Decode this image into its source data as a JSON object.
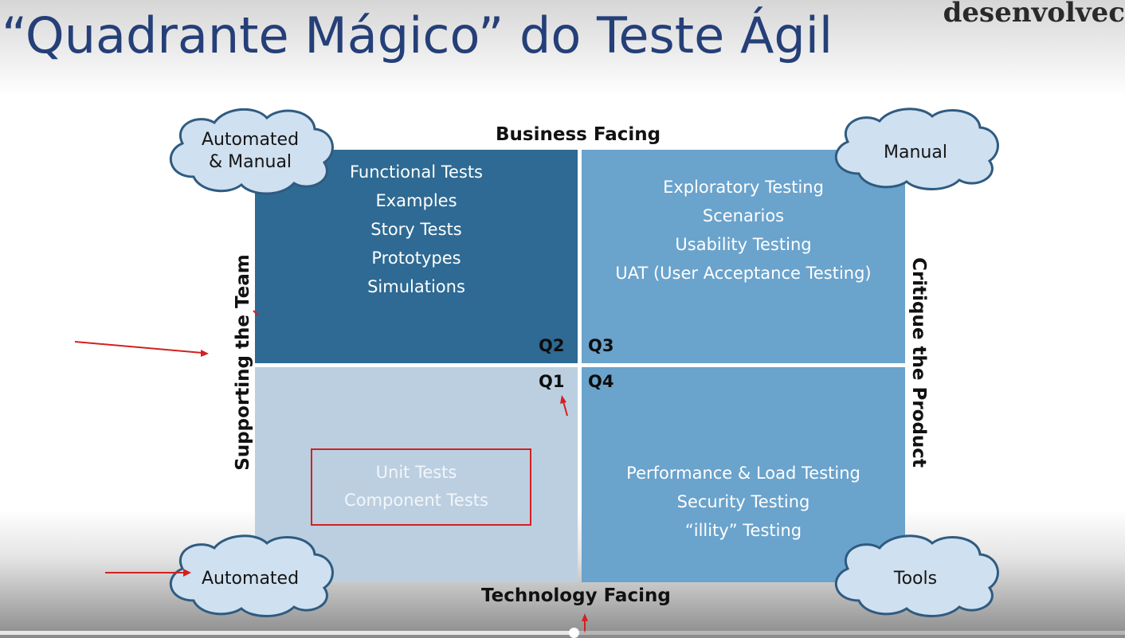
{
  "slide": {
    "title": "“Quadrante Mágico” do Teste Ágil",
    "brand": "desenvolvec"
  },
  "axes": {
    "top": "Business Facing",
    "bottom": "Technology Facing",
    "left": "Supporting the Team",
    "right": "Critique the Product"
  },
  "quadrants": {
    "q2": {
      "label": "Q2",
      "items": [
        "Functional Tests",
        "Examples",
        "Story Tests",
        "Prototypes",
        "Simulations"
      ]
    },
    "q3": {
      "label": "Q3",
      "items": [
        "Exploratory Testing",
        "Scenarios",
        "Usability Testing",
        "UAT (User Acceptance Testing)"
      ]
    },
    "q1": {
      "label": "Q1",
      "items": [
        "Unit Tests",
        "Component Tests"
      ]
    },
    "q4": {
      "label": "Q4",
      "items": [
        "Performance & Load Testing",
        "Security Testing",
        "“illity” Testing"
      ]
    }
  },
  "clouds": {
    "top_left": {
      "line1": "Automated",
      "line2": "& Manual"
    },
    "top_right": "Manual",
    "bottom_left": "Automated",
    "bottom_right": "Tools"
  },
  "colors": {
    "title": "#253f78",
    "q2": "#2e6a93",
    "q3_q4": "#6aa3cc",
    "q1": "#bccfe0",
    "cloud_fill": "#cfe0f0",
    "cloud_stroke": "#2f5b80",
    "annotation": "#d42020"
  },
  "video_progress": 0.51
}
